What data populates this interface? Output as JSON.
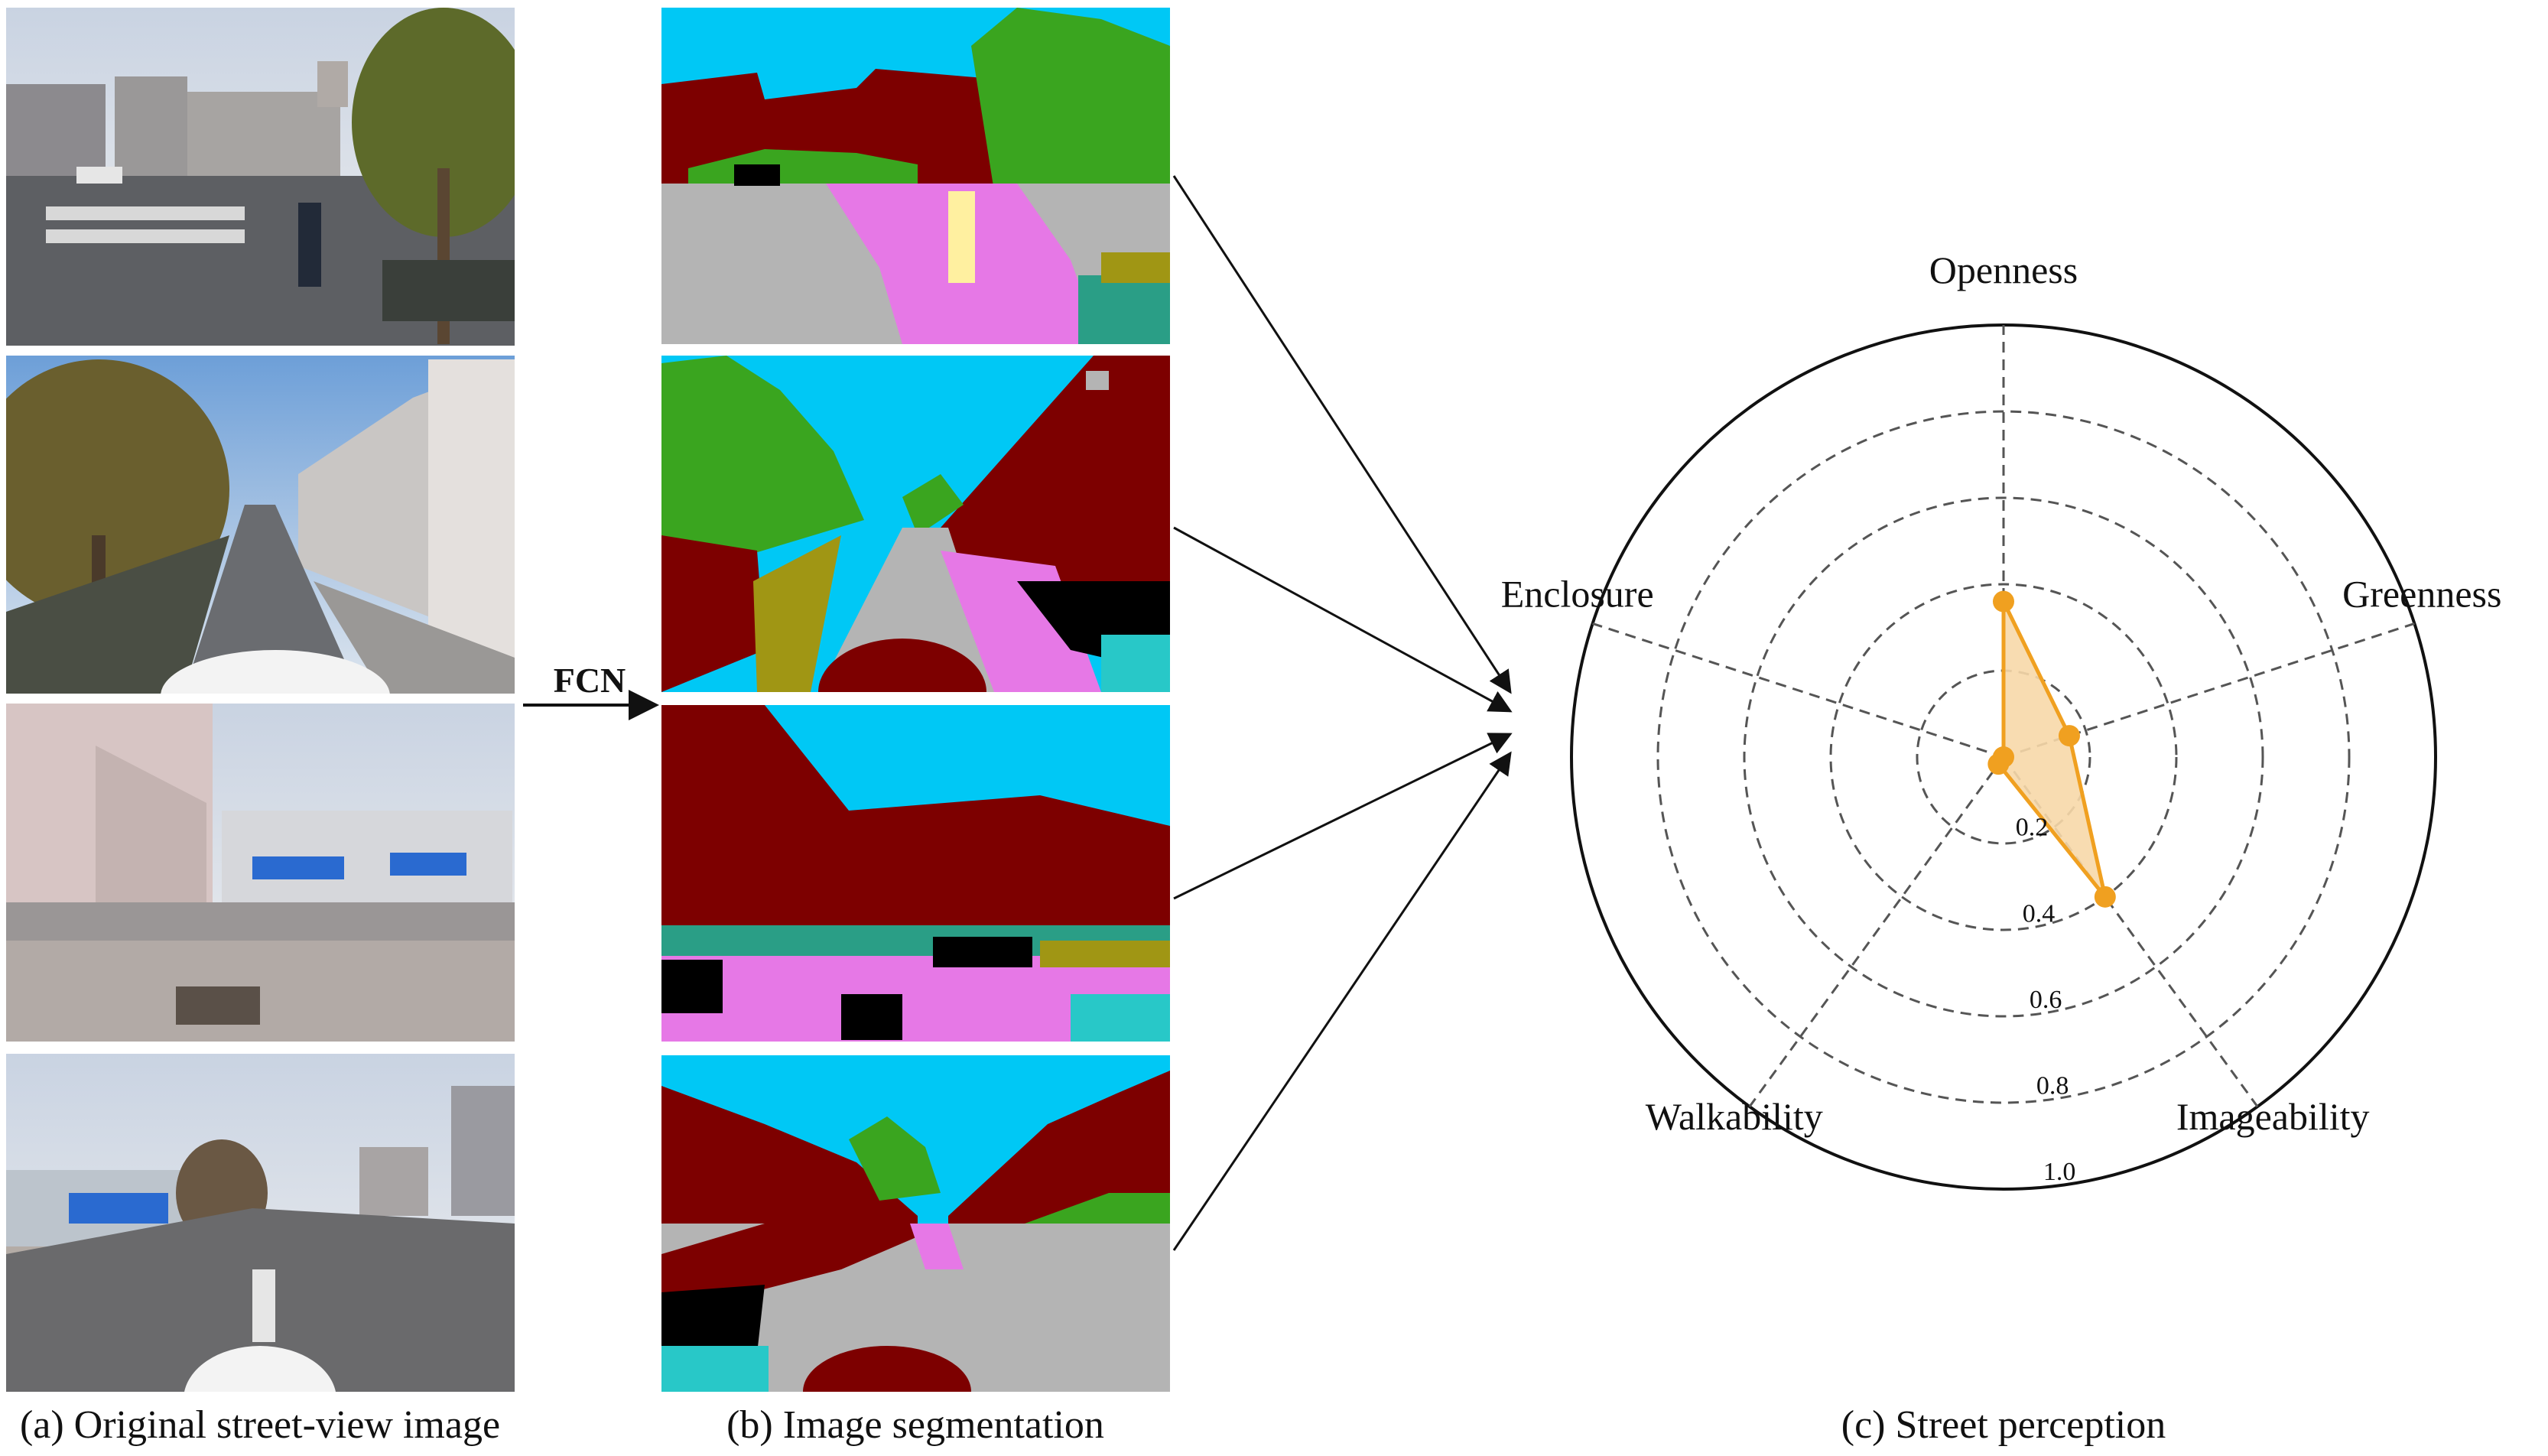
{
  "figure": {
    "method_label": "FCN",
    "captions": {
      "a": "(a) Original street-view image",
      "b": "(b) Image segmentation",
      "c": "(c) Street perception"
    }
  },
  "colors": {
    "sky": "#00c8f5",
    "building": "#7d0000",
    "tree": "#3aa51f",
    "road": "#b4b4b4",
    "sidewalk": "#e678e6",
    "car": "#000000",
    "person": "#fff0a0",
    "fence": "#2a9e86",
    "teal": "#28c8c8",
    "olive": "#a09614",
    "radar_fill": "#f7d8a8",
    "radar_line": "#f0a020"
  },
  "chart_data": {
    "type": "radar",
    "axes": [
      "Openness",
      "Greenness",
      "Imageability",
      "Walkability",
      "Enclosure"
    ],
    "values": [
      0.36,
      0.16,
      0.4,
      0.02,
      0.0
    ],
    "rlim": [
      0,
      1.0
    ],
    "rticks": [
      0.2,
      0.4,
      0.6,
      0.8,
      1.0
    ],
    "rtick_labels": [
      "0.2",
      "0.4",
      "0.6",
      "0.8",
      "1.0"
    ],
    "grid": true
  }
}
